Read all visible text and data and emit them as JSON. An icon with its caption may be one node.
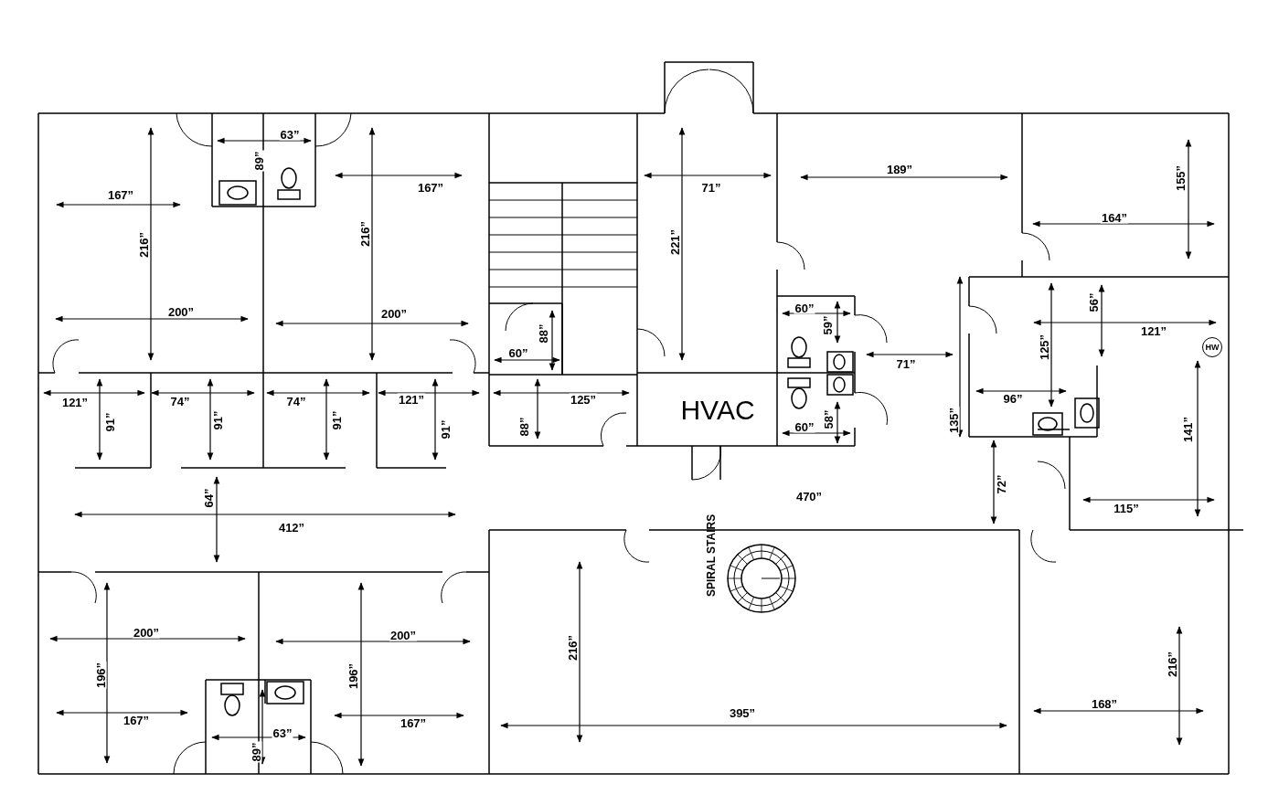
{
  "diagram": {
    "labels": [
      "63”",
      "89”",
      "167”",
      "216”",
      "167”",
      "216”",
      "71”",
      "221”",
      "189”",
      "155”",
      "164”",
      "200”",
      "200”",
      "60”",
      "59”",
      "56”",
      "121”",
      "88”",
      "HW",
      "125”",
      "60”",
      "71”",
      "121”",
      "74”",
      "74”",
      "121”",
      "125”",
      "96”",
      "91”",
      "91”",
      "91”",
      "91”",
      "HVAC",
      "88”",
      "60”",
      "58”",
      "135”",
      "141”",
      "64”",
      "470”",
      "72”",
      "115”",
      "412”",
      "SPIRAL STAIRS",
      "200”",
      "200”",
      "196”",
      "196”",
      "216”",
      "216”",
      "168”",
      "395”",
      "167”",
      "167”",
      "63”",
      "89”"
    ]
  }
}
